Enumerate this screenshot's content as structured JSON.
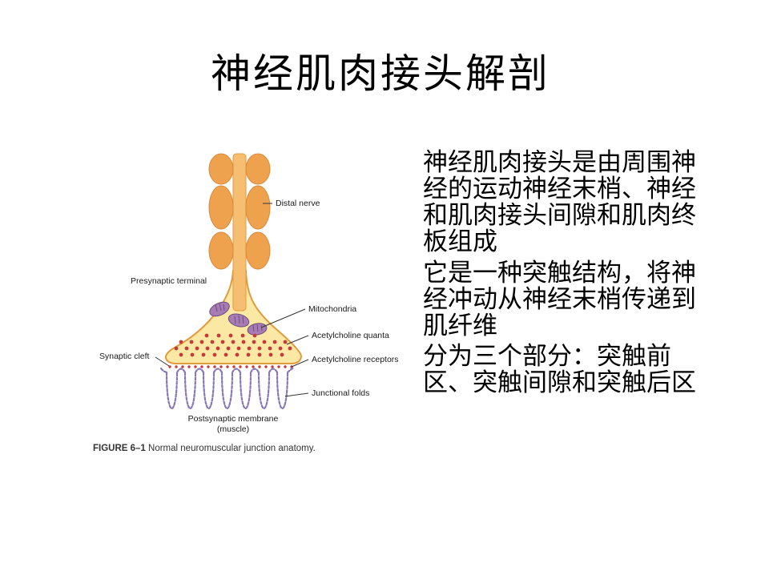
{
  "slide": {
    "title": "神经肌肉接头解剖"
  },
  "figure": {
    "labels": {
      "distal_nerve": "Distal nerve",
      "presynaptic_terminal": "Presynaptic terminal",
      "mitochondria": "Mitochondria",
      "acetylcholine_quanta": "Acetylcholine quanta",
      "synaptic_cleft": "Synaptic cleft",
      "acetylcholine_receptors": "Acetylcholine receptors",
      "junctional_folds": "Junctional folds",
      "postsynaptic_membrane": "Postsynaptic membrane",
      "muscle": "(muscle)"
    },
    "caption_label": "FIGURE 6–1",
    "caption_text": "Normal neuromuscular junction anatomy.",
    "colors": {
      "nerve_orange": "#EFA24D",
      "axon_orange": "#F5BE71",
      "terminal_fill": "#FBE8A5",
      "terminal_outline": "#E29A3F",
      "mitochondria_purple": "#A87BB5",
      "quanta_red": "#C43B3B",
      "membrane_purple": "#8878B8"
    }
  },
  "bullets": [
    "神经肌肉接头是由周围神经的运动神经末梢、神经和肌肉接头间隙和肌肉终板组成",
    "它是一种突触结构，将神经冲动从神经末梢传递到肌纤维",
    "分为三个部分：突触前区、突触间隙和突触后区"
  ]
}
